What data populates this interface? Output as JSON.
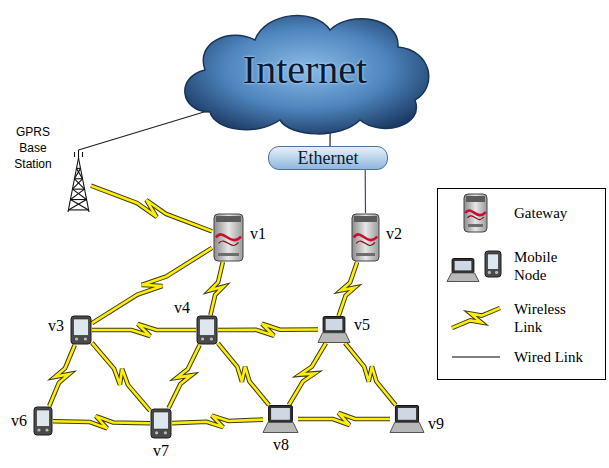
{
  "diagram": {
    "nodes": [
      {
        "text": [
          "Internet"
        ]
      },
      {
        "text": [
          "GPRS Base Station"
        ]
      },
      {
        "text": [
          "Ethernet"
        ]
      },
      {
        "text": [
          "v1"
        ]
      },
      {
        "text": [
          "v2"
        ]
      },
      {
        "text": [
          "v3"
        ]
      },
      {
        "text": [
          "v4"
        ]
      },
      {
        "text": [
          "v5"
        ]
      },
      {
        "text": [
          "v6"
        ]
      },
      {
        "text": [
          "v7"
        ]
      },
      {
        "text": [
          "v8"
        ]
      },
      {
        "text": [
          "v9"
        ]
      }
    ],
    "edges": [
      {
        "from": 0,
        "to": 1,
        "arrow": "none"
      },
      {
        "from": 1,
        "to": 3,
        "arrow": "none"
      },
      {
        "from": 0,
        "to": 2,
        "arrow": "none"
      },
      {
        "from": 2,
        "to": 4,
        "arrow": "none"
      },
      {
        "from": 3,
        "to": 5,
        "arrow": "none"
      },
      {
        "from": 3,
        "to": 6,
        "arrow": "none"
      },
      {
        "from": 4,
        "to": 7,
        "arrow": "none"
      },
      {
        "from": 5,
        "to": 6,
        "arrow": "none"
      },
      {
        "from": 6,
        "to": 7,
        "arrow": "none"
      },
      {
        "from": 5,
        "to": 8,
        "arrow": "none"
      },
      {
        "from": 5,
        "to": 9,
        "arrow": "none"
      },
      {
        "from": 6,
        "to": 9,
        "arrow": "none"
      },
      {
        "from": 6,
        "to": 10,
        "arrow": "none"
      },
      {
        "from": 7,
        "to": 10,
        "arrow": "none"
      },
      {
        "from": 7,
        "to": 11,
        "arrow": "none"
      },
      {
        "from": 8,
        "to": 9,
        "arrow": "none"
      },
      {
        "from": 9,
        "to": 10,
        "arrow": "none"
      },
      {
        "from": 10,
        "to": 11,
        "arrow": "none"
      }
    ],
    "legend": [
      {
        "text": "Gateway"
      },
      {
        "text": "Mobile Node"
      },
      {
        "text": "Wireless Link"
      },
      {
        "text": "Wired Link"
      }
    ]
  }
}
